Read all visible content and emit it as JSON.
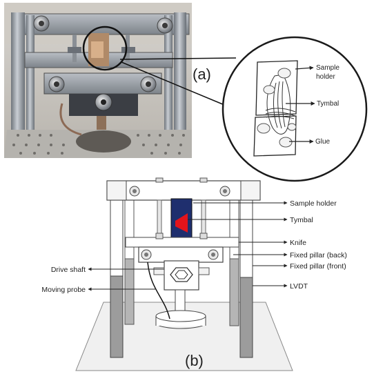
{
  "panel_a": {
    "label": "(a)",
    "zoom_labels": {
      "sample_holder_line1": "Sample",
      "sample_holder_line2": "holder",
      "tymbal": "Tymbal",
      "glue": "Glue"
    }
  },
  "panel_b": {
    "label": "(b)",
    "labels": {
      "sample_holder": "Sample holder",
      "tymbal": "Tymbal",
      "knife": "Knife",
      "fixed_pillar_back": "Fixed pillar (back)",
      "fixed_pillar_front": "Fixed pillar (front)",
      "lvdt": "LVDT",
      "drive_shaft": "Drive shaft",
      "moving_probe": "Moving probe"
    }
  },
  "colors": {
    "sample_holder_fill": "#1f2f6e",
    "tymbal_fill": "#e4141b",
    "photo_metal": "#9aa0a8",
    "zoom_circle_stroke": "#1a1a1a"
  }
}
